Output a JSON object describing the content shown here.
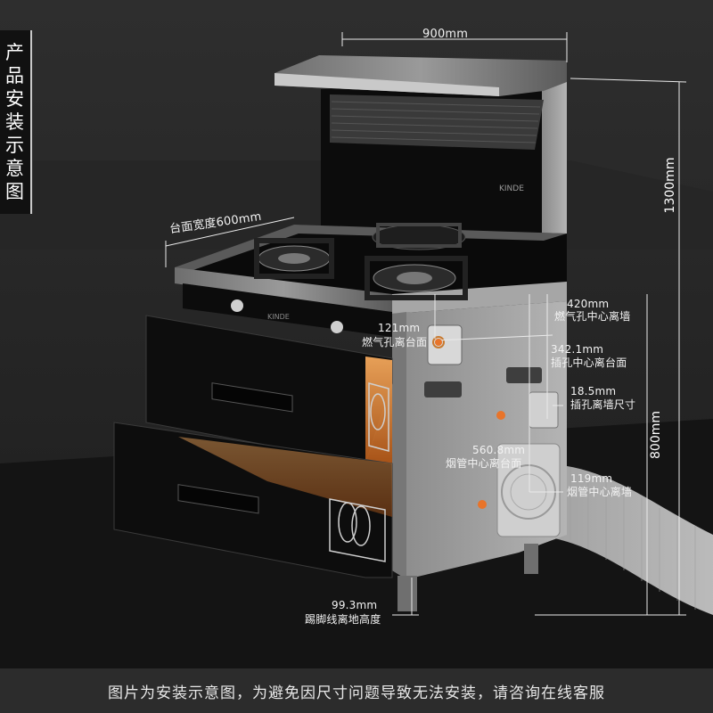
{
  "side_title": "产品安装示意图",
  "brand_logo": "KINDE",
  "dimensions": {
    "width": "900mm",
    "height_total": "1300mm",
    "height_body": "800mm",
    "countertop_depth": "台面宽度600mm",
    "gas_wall_value": "420mm",
    "gas_wall_label": "燃气孔中心离墙",
    "gas_top_value": "121mm",
    "gas_top_label": "燃气孔离台面",
    "socket_top_value": "342.1mm",
    "socket_top_label": "插孔中心离台面",
    "socket_size_value": "18.5mm",
    "socket_size_label": "插孔离墙尺寸",
    "flue_top_value": "560.8mm",
    "flue_top_label": "烟管中心离台面",
    "flue_wall_value": "119mm",
    "flue_wall_label": "烟管中心离墙",
    "kick_value": "99.3mm",
    "kick_label": "踢脚线离地高度"
  },
  "footer_note": "图片为安装示意图，为避免因尺寸问题导致无法安装，请咨询在线客服",
  "colors": {
    "accent_orange": "#e8742a",
    "steel": "#8c8c8c",
    "glass": "#0d0d0d"
  }
}
